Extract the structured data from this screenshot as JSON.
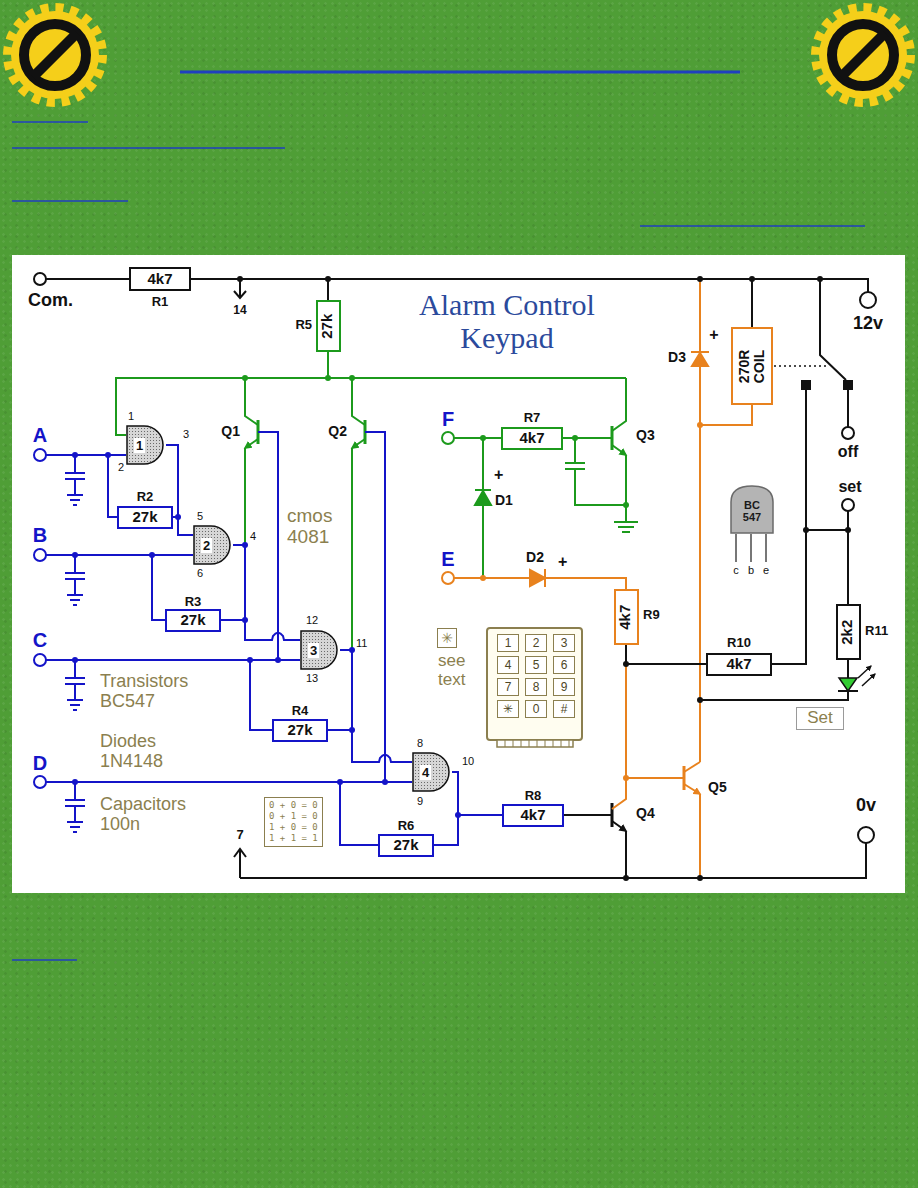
{
  "diagram": {
    "title": "Alarm Control Keypad",
    "nodes": [
      {
        "text": [
          "4k7"
        ]
      },
      {
        "text": [
          "27k"
        ]
      },
      {
        "text": [
          "270R COIL"
        ]
      },
      {
        "text": [
          "4k7"
        ]
      },
      {
        "text": [
          "1"
        ]
      },
      {
        "text": [
          "27k"
        ]
      },
      {
        "text": [
          "BC 547"
        ]
      },
      {
        "text": [
          "2"
        ]
      },
      {
        "text": [
          "4k7"
        ]
      },
      {
        "text": [
          "27k"
        ]
      },
      {
        "text": [
          "2k2"
        ]
      },
      {
        "text": [
          "✳"
        ]
      },
      {
        "text": [
          "1"
        ]
      },
      {
        "text": [
          "2"
        ]
      },
      {
        "text": [
          "3"
        ]
      },
      {
        "text": [
          "4"
        ]
      },
      {
        "text": [
          "5"
        ]
      },
      {
        "text": [
          "6"
        ]
      },
      {
        "text": [
          "7"
        ]
      },
      {
        "text": [
          "8"
        ]
      },
      {
        "text": [
          "9"
        ]
      },
      {
        "text": [
          "✳"
        ]
      },
      {
        "text": [
          "0"
        ]
      },
      {
        "text": [
          "#"
        ]
      },
      {
        "text": [
          "3"
        ]
      },
      {
        "text": [
          "4k7"
        ]
      },
      {
        "text": [
          "Set"
        ]
      },
      {
        "text": [
          "27k"
        ]
      },
      {
        "text": [
          "4"
        ]
      },
      {
        "text": [
          "4k7"
        ]
      },
      {
        "text": [
          "0 + 0 = 0",
          "0 + 1 = 0",
          "1 + 0 = 0",
          "1 + 1 = 1"
        ]
      },
      {
        "text": [
          "27k"
        ]
      }
    ],
    "edges": [
      {
        "from": 4,
        "to": 7,
        "arrow": "none"
      },
      {
        "from": 4,
        "to": 5,
        "arrow": "none"
      },
      {
        "from": 5,
        "to": 4,
        "arrow": "none"
      },
      {
        "from": 7,
        "to": 24,
        "arrow": "none"
      },
      {
        "from": 7,
        "to": 9,
        "arrow": "none"
      },
      {
        "from": 9,
        "to": 7,
        "arrow": "none"
      },
      {
        "from": 24,
        "to": 28,
        "arrow": "none"
      },
      {
        "from": 24,
        "to": 27,
        "arrow": "none"
      },
      {
        "from": 27,
        "to": 24,
        "arrow": "none"
      },
      {
        "from": 28,
        "to": 29,
        "arrow": "none"
      },
      {
        "from": 28,
        "to": 31,
        "arrow": "none"
      },
      {
        "from": 31,
        "to": 28,
        "arrow": "none"
      },
      {
        "from": 8,
        "to": 25,
        "arrow": "none"
      },
      {
        "from": 25,
        "to": 10,
        "arrow": "none"
      },
      {
        "from": 0,
        "to": 1,
        "arrow": "none"
      },
      {
        "from": 0,
        "to": 2,
        "arrow": "none"
      },
      {
        "from": 1,
        "to": 4,
        "arrow": "none"
      }
    ],
    "labels": [
      "Com.",
      "R1",
      "14",
      "R5",
      "12v",
      "D3",
      "+",
      "1",
      "3",
      "2",
      "A",
      "Q1",
      "Q2",
      "F",
      "R7",
      "Q3",
      "+",
      "D1",
      "off",
      "set",
      "c",
      "b",
      "e",
      "R2",
      "5",
      "4",
      "6",
      "B",
      "cmos 4081",
      "E",
      "D2",
      "+",
      "R3",
      "12",
      "11",
      "13",
      "C",
      "R9",
      "see text",
      "R10",
      "R11",
      "Transistors BC547",
      "R4",
      "Diodes 1N4148",
      "8",
      "9",
      "10",
      "D",
      "R8",
      "Q4",
      "Q5",
      "Capacitors 100n",
      "0v",
      "7",
      "R6"
    ]
  }
}
